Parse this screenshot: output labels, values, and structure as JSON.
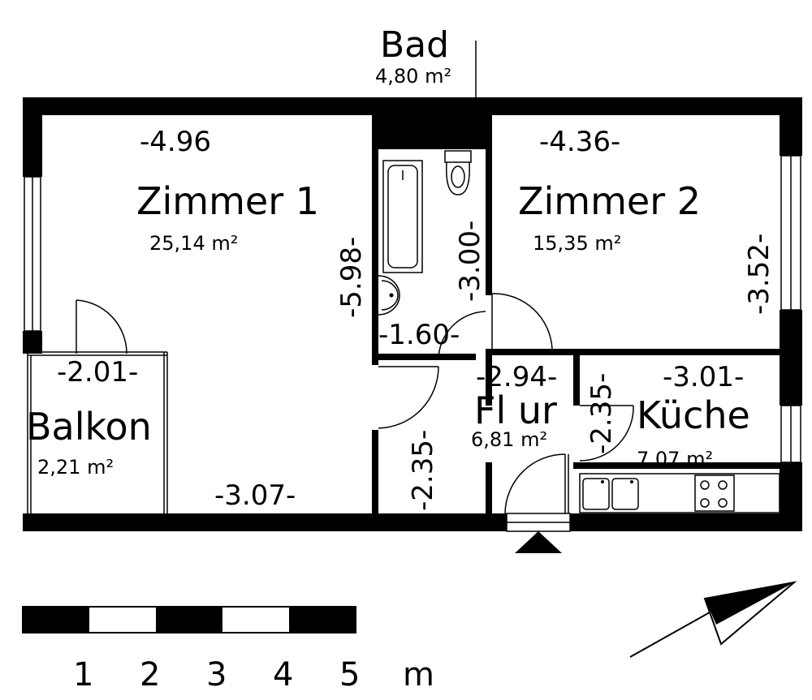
{
  "rooms": {
    "bad": {
      "name": "Bad",
      "area": "4,80 m²"
    },
    "zimmer1": {
      "name": "Zimmer 1",
      "area": "25,14 m²"
    },
    "zimmer2": {
      "name": "Zimmer 2",
      "area": "15,35 m²"
    },
    "balkon": {
      "name": "Balkon",
      "area": "2,21 m²"
    },
    "flur": {
      "name": "Fl ur",
      "area": "6,81 m²"
    },
    "kueche": {
      "name": "Küche",
      "area": "7,07 m²"
    }
  },
  "dimensions": {
    "zimmer1_width": "-4.96",
    "zimmer1_height": "-5.98-",
    "zimmer1_bottom": "-3.07-",
    "bad_height": "-3.00-",
    "bad_width": "-1.60-",
    "zimmer2_width": "-4.36-",
    "zimmer2_height": "-3.52-",
    "balkon_width": "-2.01-",
    "flur_width": "-2.94-",
    "flur_left_height": "-2.35-",
    "kueche_height": "-2.35-",
    "kueche_width": "-3.01-"
  },
  "scale_bar": {
    "labels": [
      "1",
      "2",
      "3",
      "4",
      "5"
    ],
    "unit": "m"
  }
}
